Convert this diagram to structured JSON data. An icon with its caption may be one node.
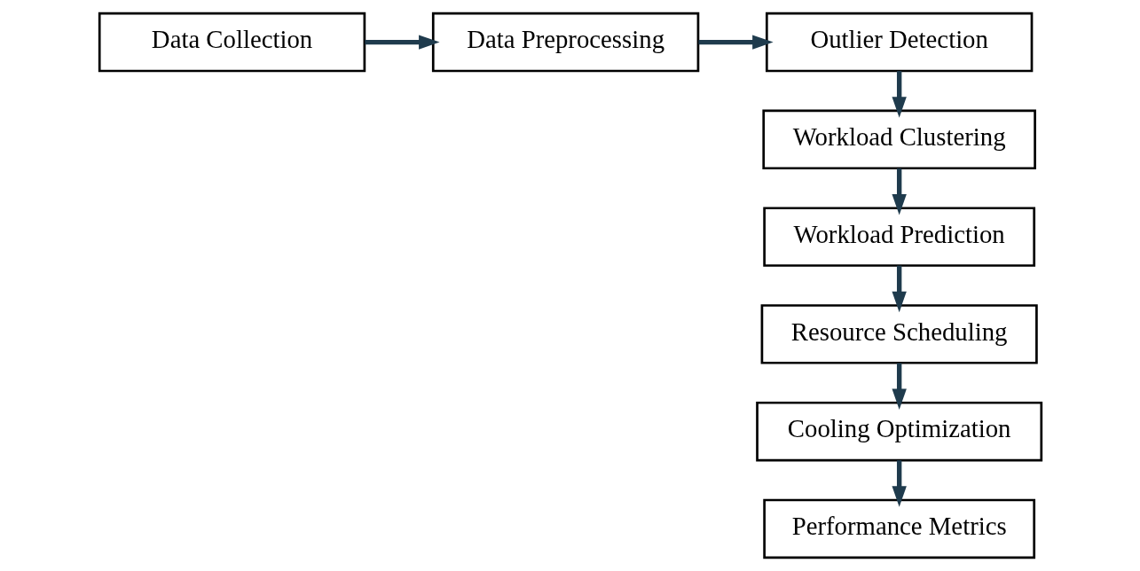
{
  "diagram": {
    "nodes": [
      {
        "text": [
          "Data Collection"
        ]
      },
      {
        "text": [
          "Data Preprocessing"
        ]
      },
      {
        "text": [
          "Outlier Detection"
        ]
      },
      {
        "text": [
          "Workload Clustering"
        ]
      },
      {
        "text": [
          "Workload Prediction"
        ]
      },
      {
        "text": [
          "Resource Scheduling"
        ]
      },
      {
        "text": [
          "Cooling Optimization"
        ]
      },
      {
        "text": [
          "Performance Metrics"
        ]
      }
    ],
    "edges": [
      {
        "from": 0,
        "to": 1,
        "arrow": "to"
      },
      {
        "from": 1,
        "to": 2,
        "arrow": "to"
      },
      {
        "from": 2,
        "to": 3,
        "arrow": "to"
      },
      {
        "from": 3,
        "to": 4,
        "arrow": "to"
      },
      {
        "from": 4,
        "to": 5,
        "arrow": "to"
      },
      {
        "from": 5,
        "to": 6,
        "arrow": "to"
      },
      {
        "from": 6,
        "to": 7,
        "arrow": "to"
      }
    ]
  }
}
